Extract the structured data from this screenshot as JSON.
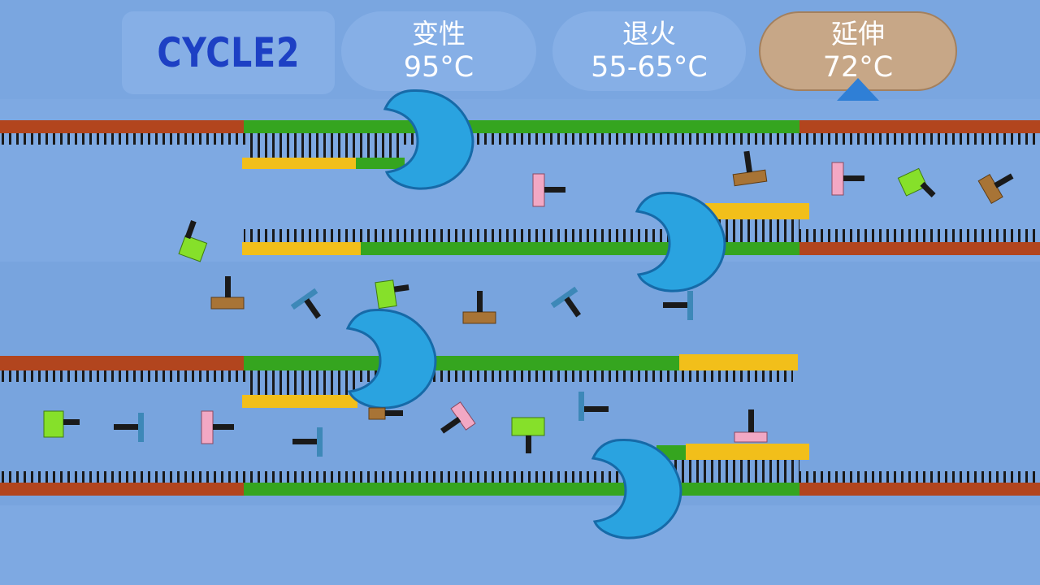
{
  "header": {
    "cycle_label": "CYCLE2",
    "steps": [
      {
        "name": "变性",
        "temp": "95°C",
        "active": false
      },
      {
        "name": "退火",
        "temp": "55-65°C",
        "active": false
      },
      {
        "name": "延伸",
        "temp": "72°C",
        "active": true
      }
    ]
  },
  "colors": {
    "background": "#7aa6e0",
    "template_strand": "#b2451e",
    "new_strand": "#35a51f",
    "primer": "#f2bf1a",
    "polymerase": "#2aa3e0",
    "step_active": "#c7a787",
    "cycle_text": "#1d40c4"
  },
  "icons": {
    "polymerase": "polymerase-icon",
    "nucleotide_green": "nucleotide-green-icon",
    "nucleotide_brown": "nucleotide-brown-icon",
    "nucleotide_pink": "nucleotide-pink-icon",
    "nucleotide_blue": "nucleotide-blue-icon",
    "step_marker": "triangle-marker-icon"
  }
}
